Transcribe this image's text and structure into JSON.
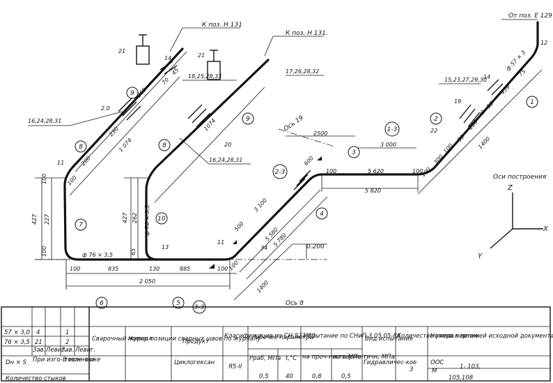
{
  "callouts": {
    "k_poz_131_a": "К поз. Н 131",
    "k_poz_131_b": "К поз. Н 131.",
    "ot_poz_e129": "От поз. Е 129",
    "axis_title": "Оси построения",
    "axis_z": "Z",
    "axis_x": "X",
    "axis_y": "Y",
    "os_19": "Ось 19",
    "os_8": "Ось 8",
    "elev": "0.200"
  },
  "weld_refs": {
    "r1": "16,24,28,31",
    "r2": "18,25,28,33",
    "r3": "17,26,28,32",
    "r4": "15,23,27,29,30",
    "r5": "16,24,28,31"
  },
  "numbers": {
    "n21a": "21",
    "n21b": "21",
    "n14a": "14",
    "n14b": "14",
    "n12": "12",
    "n20a": "2.0",
    "n20b": "20",
    "n19": "19",
    "n22": "22",
    "n11a": "11",
    "n11b": "11",
    "n13": "13",
    "n34": "34"
  },
  "circles": {
    "c9a": "9",
    "c9b": "9",
    "c8a": "8",
    "c8b": "8",
    "c7": "7",
    "c10": "10",
    "c6": "6",
    "c5": "5",
    "c33": "3-3",
    "c23": "2-3",
    "c4": "4",
    "c3": "3",
    "c13": "1-3",
    "c2": "2",
    "c1": "1"
  },
  "dims": {
    "d360": "360",
    "d70a": "70",
    "d45": "45",
    "d230a": "230",
    "d1074a": "1 074",
    "d200a": "200",
    "d100a": "100",
    "d1074b": "1074",
    "d100b": "100",
    "d427a": "427",
    "d227": "227",
    "d100c": "100",
    "d427b": "427",
    "d262": "262",
    "d65": "65",
    "pipe_a": "ф 76 × 3,5",
    "pipe_b": "ф 76 × 3,5",
    "d100d": "100",
    "d835": "835",
    "d130": "130",
    "d885": "885",
    "d100e": "100",
    "d100f": "100",
    "d2050": "2 050",
    "d1400a": "1400",
    "d500": "500",
    "d3100": "3 100",
    "d5580": "5 580",
    "d5780": "5 780",
    "d600": "600",
    "d100g": "100",
    "d2500": "2500",
    "d3000": "3 000",
    "d5620": "5 620",
    "d100h": "100",
    "d5820": "5 820",
    "d100i": "100",
    "d300": "300",
    "d100j": "100",
    "d53": "53",
    "d230b": "230",
    "d70b": "70",
    "d53b": "53",
    "d459": "459",
    "d75": "75",
    "d1400b": "1400",
    "pipe_c": "ф 57 × 3"
  },
  "table": {
    "rows_left": [
      {
        "size": "57 × 3,0",
        "a": "4",
        "b": "",
        "c": "1",
        "d": ""
      },
      {
        "size": "76 × 3,5",
        "a": "21",
        "b": "",
        "c": "2",
        "d": ""
      }
    ],
    "dn_s": "Dн × S",
    "h_zav": "Зав.",
    "h_lev": "Левиг.",
    "h_zav2": "Зав.",
    "h_lev2": "Левиг.",
    "h_izgot": "При изго-\nтовлении",
    "h_montazh": "В мон-\nтаже",
    "kolvo": "Количество стыков",
    "h_journal": "Сварочный журнал",
    "h_nomer": "Номер позиции сварных швов по журналу",
    "h_product": "Продукт",
    "h_klass": "Класифи-кация по СН 527-80",
    "h_params": "Рабочие параметры",
    "h_prab": "Pраб, МПа",
    "h_t": "t,°C",
    "h_isp": "Испытание по СНиП 3.05.05-84",
    "h_proch": "на проч-ность МПа",
    "h_germ": "на герме-тичн, МПа",
    "h_vid": "Вид испытания",
    "h_uzly": "Количество узлов в линии",
    "h_nomer_cher": "Номера чертежей исходной документации",
    "v_product": "Циклогексан",
    "v_klass": "Я5-II",
    "v_prab": "0,5",
    "v_t": "40",
    "v_proch": "0,8",
    "v_germ": "0,5",
    "v_vid": "Гидравличес-кое",
    "v_uzly": "3",
    "v_doc1": "ООС",
    "v_doc2": "М",
    "v_doc3": "1- 103,",
    "v_doc4": "105,108"
  }
}
